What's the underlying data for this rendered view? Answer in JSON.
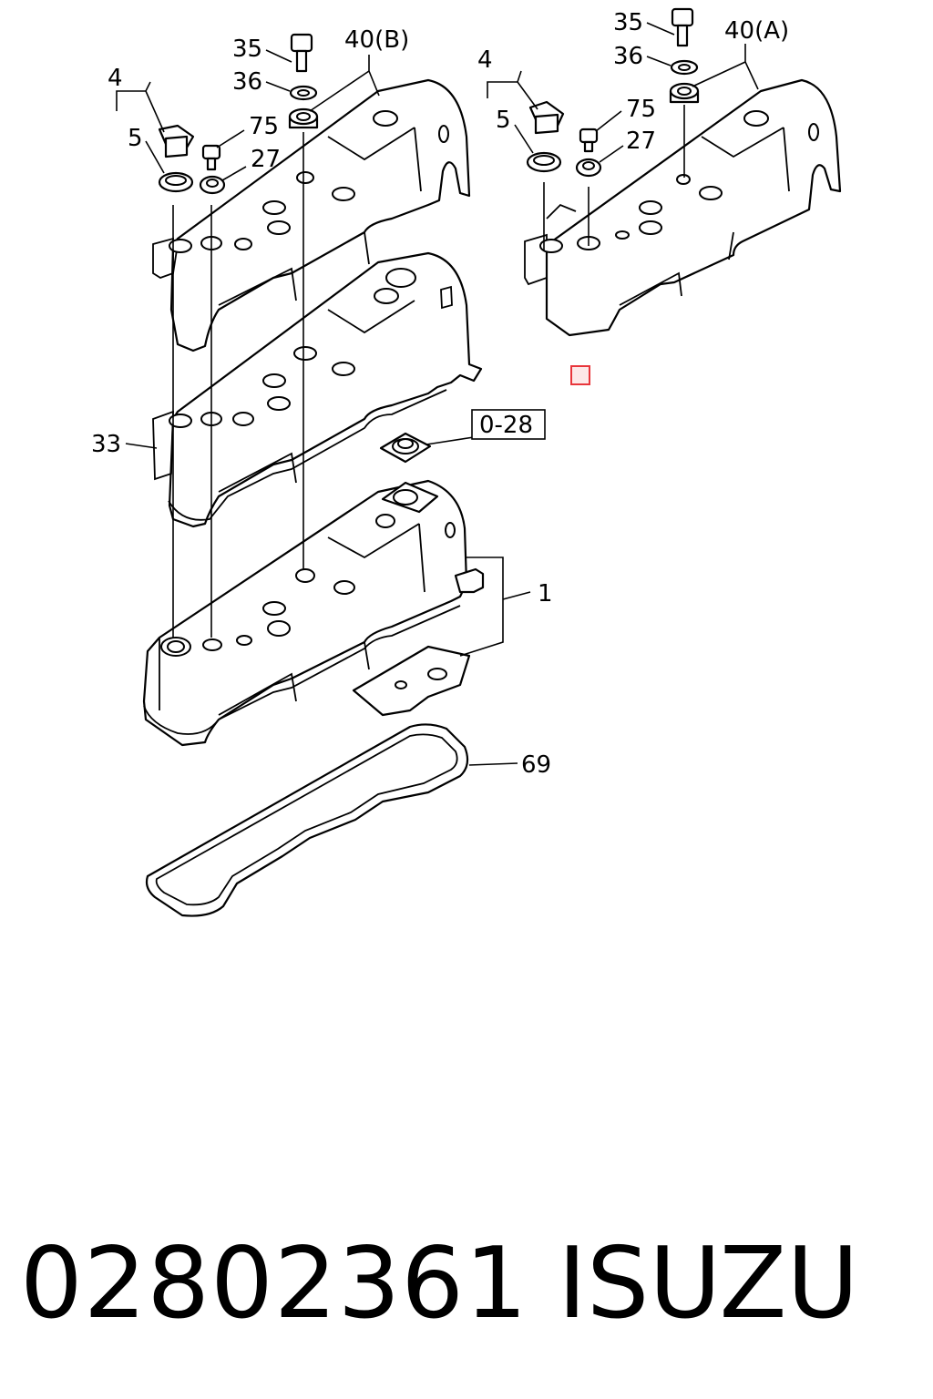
{
  "callouts": {
    "left_35": "35",
    "left_36": "36",
    "left_40": "40(B)",
    "left_4": "4",
    "left_5": "5",
    "left_75": "75",
    "left_27": "27",
    "right_35": "35",
    "right_36": "36",
    "right_40": "40(A)",
    "right_4": "4",
    "right_5": "5",
    "right_75": "75",
    "right_27": "27",
    "label_33": "33",
    "label_028": "0-28",
    "label_1": "1",
    "label_69": "69"
  },
  "footer": {
    "part_number": "02802361",
    "brand": "ISUZU"
  },
  "colors": {
    "line": "#000000",
    "marker": "#e8353b"
  }
}
